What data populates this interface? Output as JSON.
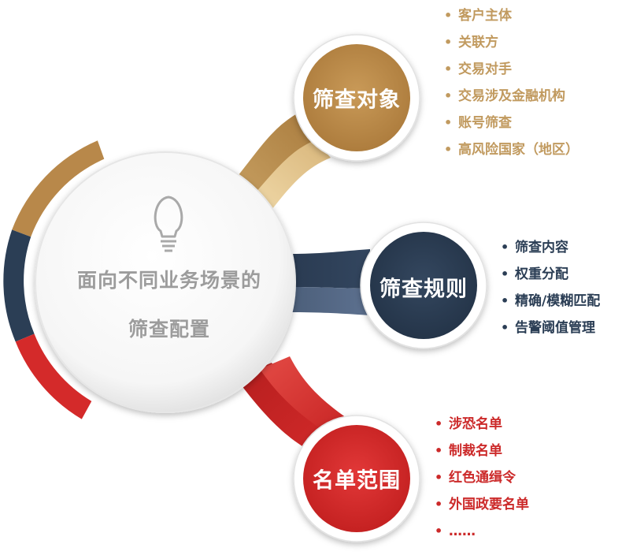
{
  "center": {
    "line1": "面向不同业务场景的",
    "line2": "筛查配置",
    "icon": "lightbulb-icon"
  },
  "nodes": [
    {
      "id": "gold",
      "label": "筛查对象",
      "color": "#b8884a",
      "items": [
        "客户主体",
        "关联方",
        "交易对手",
        "交易涉及金融机构",
        "账号筛查",
        "高风险国家（地区）"
      ]
    },
    {
      "id": "navy",
      "label": "筛查规则",
      "color": "#2b3e55",
      "items": [
        "筛查内容",
        "权重分配",
        "精确/模糊匹配",
        "告警阈值管理"
      ]
    },
    {
      "id": "red",
      "label": "名单范围",
      "color": "#d42a2a",
      "items": [
        "涉恐名单",
        "制裁名单",
        "红色通缉令",
        "外国政要名单",
        "……"
      ]
    }
  ],
  "bullet": "•"
}
